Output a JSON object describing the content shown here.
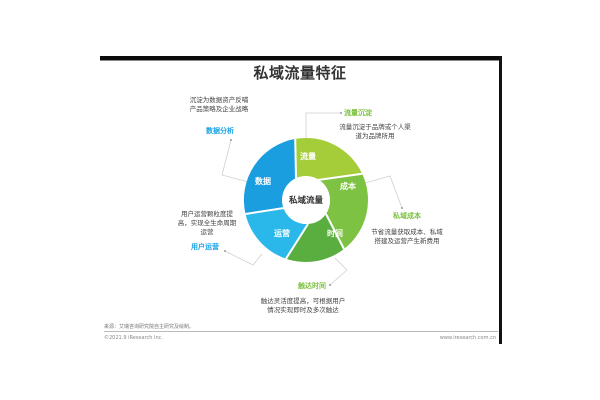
{
  "title": "私域流量特征",
  "center": "私域流量",
  "segments": [
    {
      "label": "流量",
      "color": "#a5cd39"
    },
    {
      "label": "成本",
      "color": "#7dc242"
    },
    {
      "label": "时间",
      "color": "#5aad3f"
    },
    {
      "label": "运营",
      "color": "#2ab8ea"
    },
    {
      "label": "数据",
      "color": "#1a9ee0"
    }
  ],
  "callouts": {
    "data_analysis": {
      "heading": "数据分析",
      "desc": "沉淀为数据资产反哺产品策略及企业战略"
    },
    "traffic_deposit": {
      "heading": "流量沉淀",
      "desc": "流量沉淀于品牌或个人渠道为品牌所用"
    },
    "private_cost": {
      "heading": "私域成本",
      "desc": "节省流量获取成本、私域搭建及运营产生新费用"
    },
    "user_ops": {
      "heading": "用户运营",
      "desc": "用户运营颗粒度提高，实现全生命周期运营"
    },
    "reach_time": {
      "heading": "触达时间",
      "desc": "触达灵活度提高，可根据用户情况实现即时及多次触达"
    }
  },
  "footer": {
    "source": "来源：艾瑞咨询研究院自主研究及绘制。",
    "copyright": "©2021.9 iResearch Inc.",
    "site": "www.iresearch.com.cn"
  }
}
